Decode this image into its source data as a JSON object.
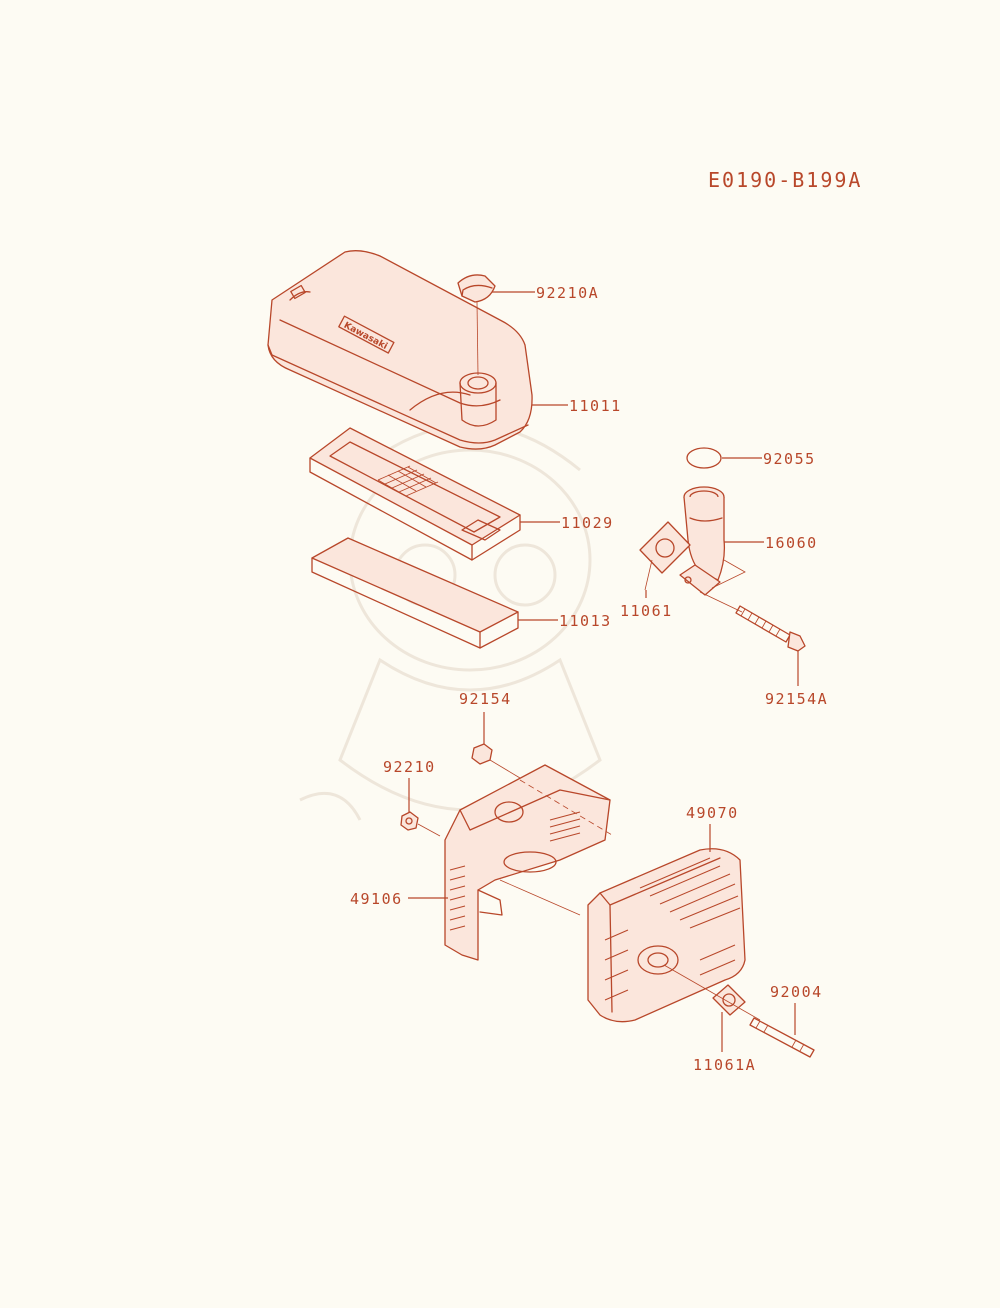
{
  "diagram_code": "E0190-B199A",
  "parts": [
    {
      "id": "92210a",
      "label": "92210A"
    },
    {
      "id": "11011",
      "label": "11011"
    },
    {
      "id": "92055",
      "label": "92055"
    },
    {
      "id": "11029",
      "label": "11029"
    },
    {
      "id": "16060",
      "label": "16060"
    },
    {
      "id": "11061",
      "label": "11061"
    },
    {
      "id": "11013",
      "label": "11013"
    },
    {
      "id": "92154a",
      "label": "92154A"
    },
    {
      "id": "92154",
      "label": "92154"
    },
    {
      "id": "92210",
      "label": "92210"
    },
    {
      "id": "49070",
      "label": "49070"
    },
    {
      "id": "49106",
      "label": "49106"
    },
    {
      "id": "92004",
      "label": "92004"
    },
    {
      "id": "11061a",
      "label": "11061A"
    }
  ],
  "cover_brand": "Kawasaki",
  "colors": {
    "line": "#b8472a",
    "background": "#fdfbf3"
  }
}
